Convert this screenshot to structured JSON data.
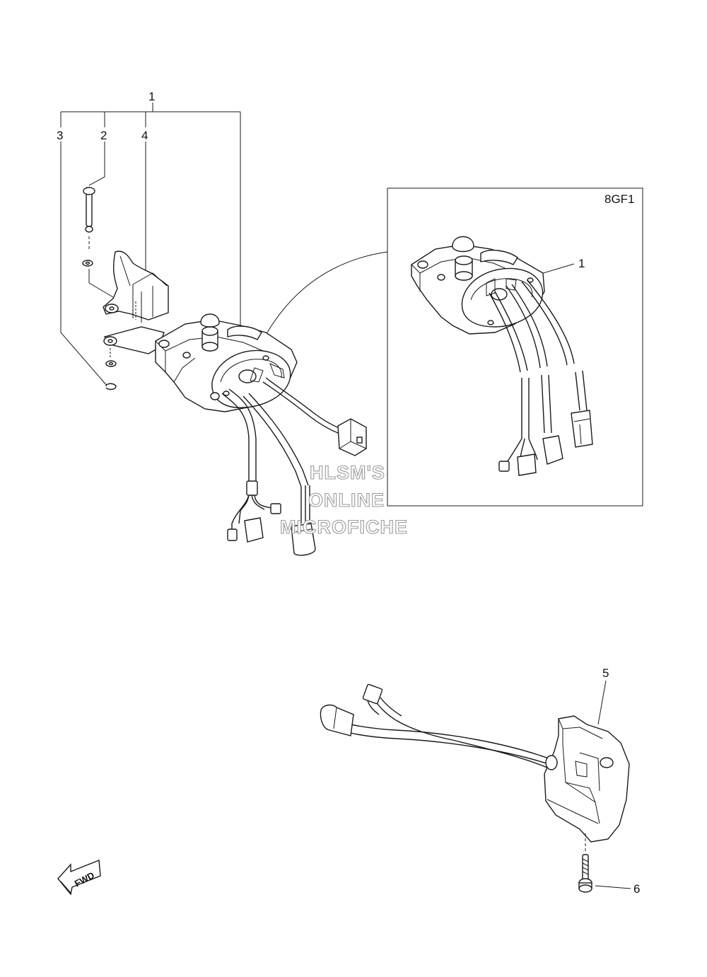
{
  "callouts": {
    "c1_top": "1",
    "c2": "2",
    "c3": "3",
    "c4": "4",
    "c1_inset": "1",
    "c5": "5",
    "c6": "6"
  },
  "inset": {
    "label": "8GF1"
  },
  "watermark": {
    "line1": "HLSM'S",
    "line2": "ONLINE",
    "line3": "MICROFICHE"
  },
  "direction_arrow": {
    "label": "FWD",
    "icon": "fwd-arrow-icon"
  }
}
